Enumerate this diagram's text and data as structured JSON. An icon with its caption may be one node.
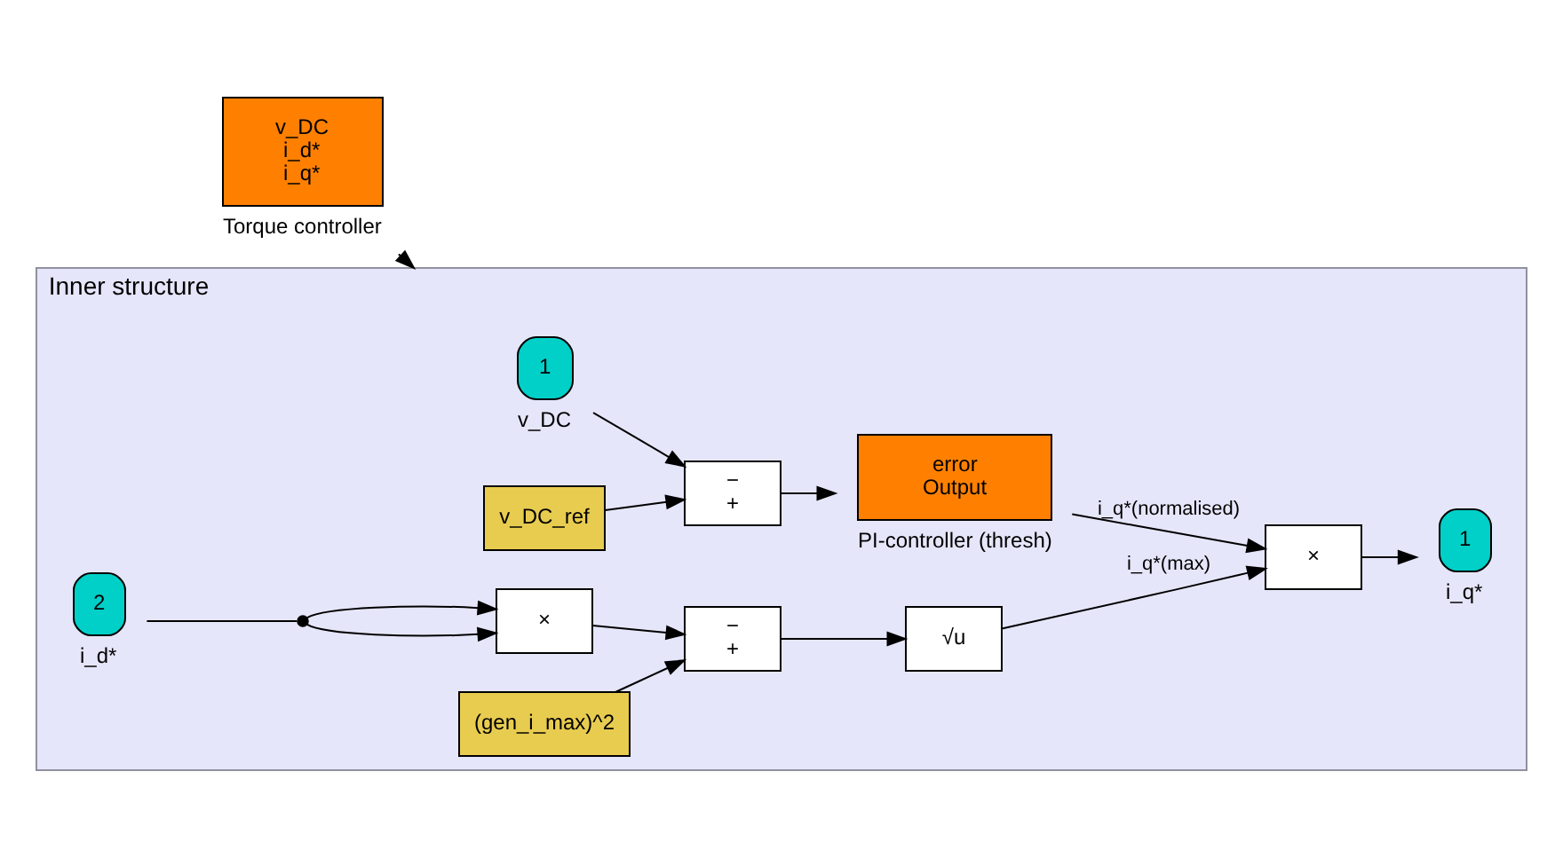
{
  "diagram": {
    "nodes": [
      {
        "text": [
          "v_DC",
          "i_d*",
          "i_q*"
        ],
        "beside": [
          "Torque controller"
        ]
      },
      {
        "text": [
          "Inner structure"
        ]
      },
      {
        "text": [
          "1"
        ],
        "beside": [
          "v_DC"
        ],
        "in": 1
      },
      {
        "text": [
          "v_DC_ref"
        ],
        "in": 1
      },
      {
        "text": [
          "−",
          "+"
        ],
        "in": 1
      },
      {
        "text": [
          "error",
          "Output"
        ],
        "beside": [
          "PI-controller (thresh)"
        ],
        "in": 1
      },
      {
        "text": [
          "×"
        ],
        "in": 1
      },
      {
        "text": [
          "1"
        ],
        "beside": [
          "i_q*"
        ],
        "in": 1
      },
      {
        "text": [
          "2"
        ],
        "beside": [
          "i_d*"
        ],
        "in": 1
      },
      {
        "text": [],
        "shape": "circle",
        "in": 1
      },
      {
        "text": [
          "×"
        ],
        "in": 1
      },
      {
        "text": [
          "(gen_i_max)^2"
        ],
        "in": 1
      },
      {
        "text": [
          "−",
          "+"
        ],
        "in": 1
      },
      {
        "text": [
          "√u"
        ],
        "in": 1
      }
    ],
    "edges": [
      {
        "from": 0,
        "to": 1,
        "arrow": "to"
      },
      {
        "from": 2,
        "to": 4,
        "arrow": "to"
      },
      {
        "from": 3,
        "to": 4,
        "arrow": "to"
      },
      {
        "from": 4,
        "to": 5,
        "arrow": "to"
      },
      {
        "from": 5,
        "to": 6,
        "label": "i_q*(normalised)",
        "arrow": "to"
      },
      {
        "from": 6,
        "to": 7,
        "arrow": "to"
      },
      {
        "from": 8,
        "to": 9,
        "arrow": "none"
      },
      {
        "from": 9,
        "to": 10,
        "arrow": "to"
      },
      {
        "from": 9,
        "to": 10,
        "arrow": "to"
      },
      {
        "from": 10,
        "to": 12,
        "arrow": "to"
      },
      {
        "from": 11,
        "to": 12,
        "arrow": "to"
      },
      {
        "from": 12,
        "to": 13,
        "arrow": "to"
      },
      {
        "from": 13,
        "to": 6,
        "label": "i_q*(max)",
        "arrow": "to"
      }
    ]
  }
}
